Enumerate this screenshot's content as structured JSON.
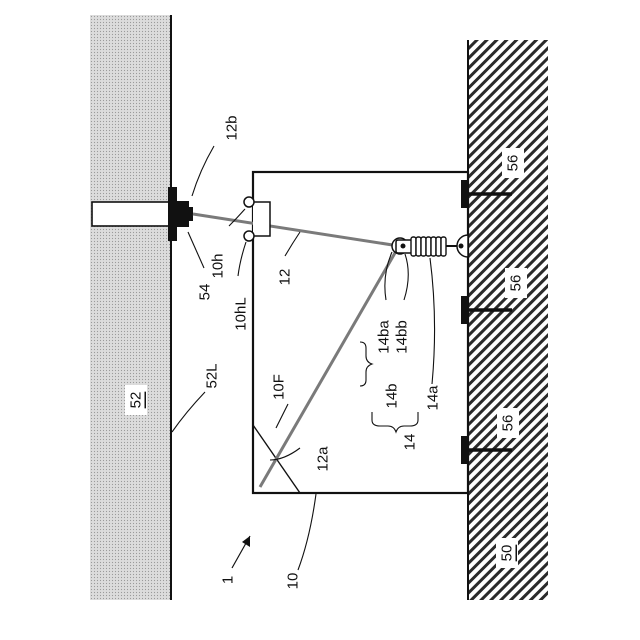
{
  "labels": {
    "assembly": "1",
    "cabinet": "10",
    "cabinet_face": "10F",
    "hook": "10h",
    "hook_lower": "10hL",
    "cable": "12",
    "cable_end_a": "12a",
    "cable_end_b": "12b",
    "tensioner": "14",
    "tensioner_spring": "14a",
    "tensioner_head": "14b",
    "tensioner_head_a": "14ba",
    "tensioner_head_b": "14bb",
    "floor": "50",
    "wall": "52",
    "wall_face": "52L",
    "anchor": "54",
    "bolt_top": "56",
    "bolt_mid": "56",
    "bolt_bottom": "56"
  },
  "colors": {
    "line": "#111111",
    "cable": "#7a7a7a",
    "wall_fill": "#d4d4d4",
    "hatch": "#222222"
  }
}
